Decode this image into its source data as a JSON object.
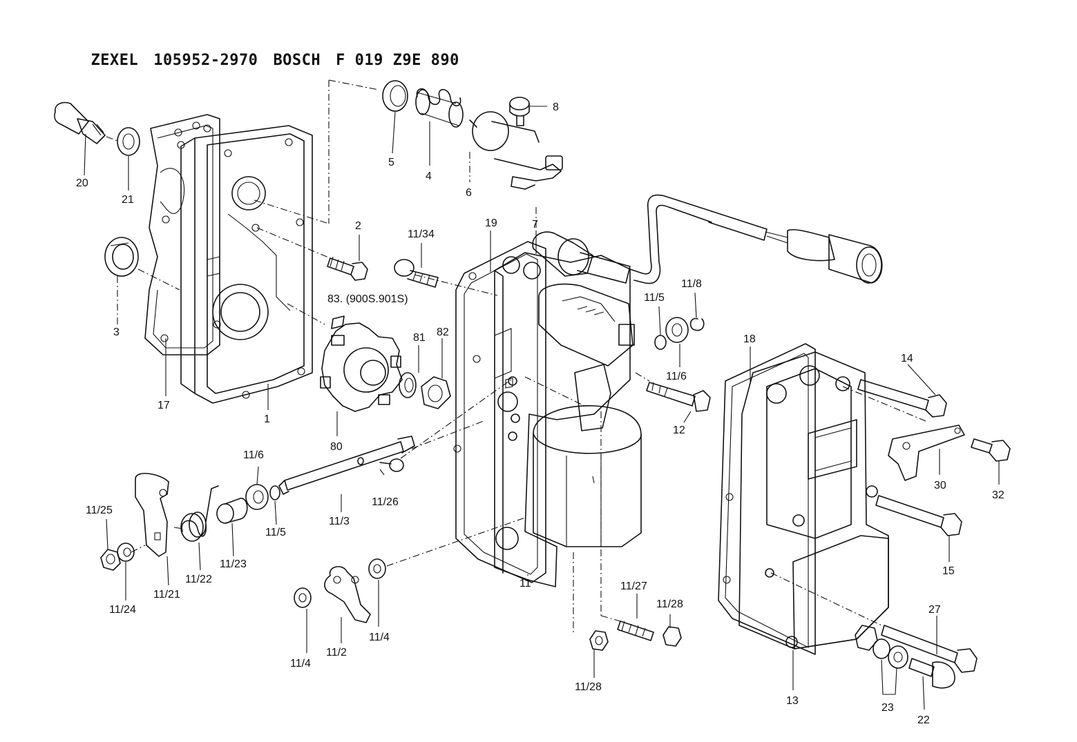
{
  "title_parts": [
    "ZEXEL",
    "105952-2970",
    "BOSCH",
    "F 019 Z9E 890"
  ],
  "labels": {
    "p1": "1",
    "p2": "2",
    "p3": "3",
    "p4": "4",
    "p5": "5",
    "p6": "6",
    "p7": "7",
    "p8": "8",
    "p11": "11",
    "p12": "12",
    "p13": "13",
    "p14": "14",
    "p15": "15",
    "p17": "17",
    "p18": "18",
    "p19": "19",
    "p20": "20",
    "p21": "21",
    "p22": "22",
    "p23": "23",
    "p27": "27",
    "p30": "30",
    "p32": "32",
    "p80": "80",
    "p81": "81",
    "p82": "82",
    "p83": "83. (900S.901S)",
    "p11_2": "11/2",
    "p11_3": "11/3",
    "p11_4a": "11/4",
    "p11_4b": "11/4",
    "p11_5a": "11/5",
    "p11_5b": "11/5",
    "p11_6a": "11/6",
    "p11_6b": "11/6",
    "p11_8": "11/8",
    "p11_21": "11/21",
    "p11_22": "11/22",
    "p11_23": "11/23",
    "p11_24": "11/24",
    "p11_25": "11/25",
    "p11_26": "11/26",
    "p11_27": "11/27",
    "p11_28a": "11/28",
    "p11_28b": "11/28",
    "p11_34": "11/34"
  }
}
